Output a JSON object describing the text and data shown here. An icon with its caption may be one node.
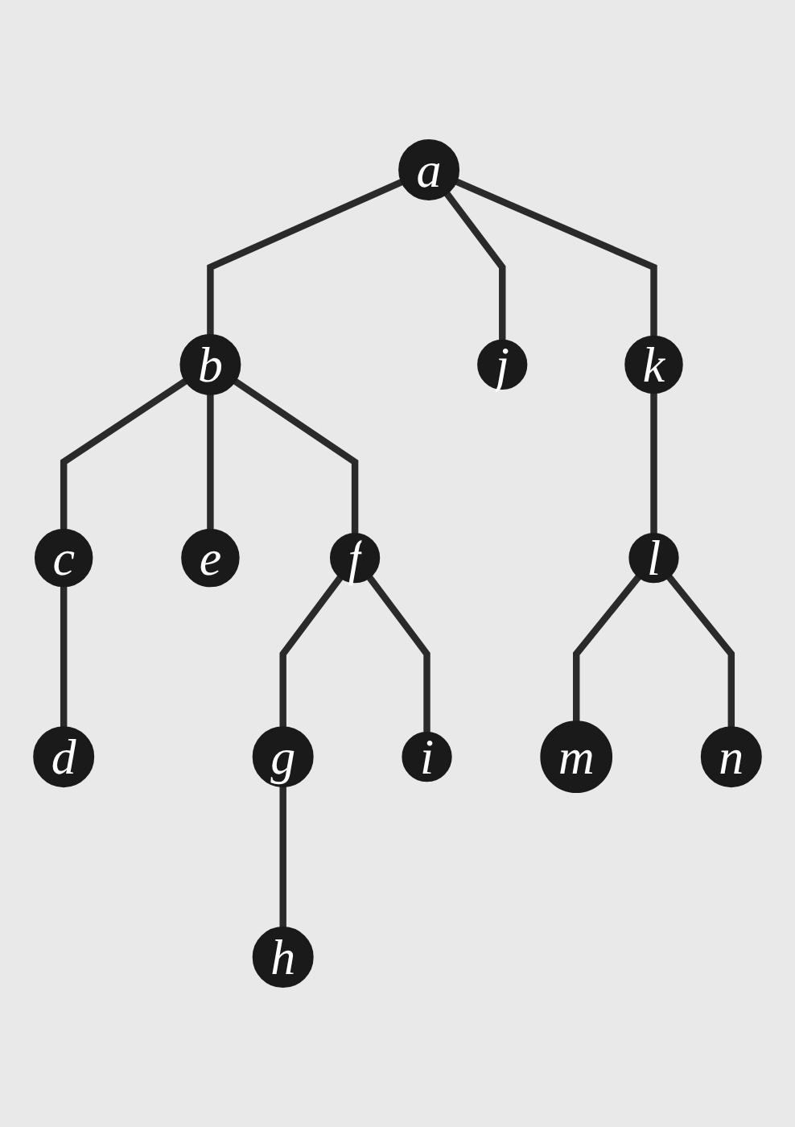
{
  "diagram": {
    "nodes": [
      {
        "text": [
          "a"
        ]
      },
      {
        "text": [
          "b"
        ]
      },
      {
        "text": [
          "j"
        ]
      },
      {
        "text": [
          "k"
        ]
      },
      {
        "text": [
          "c"
        ]
      },
      {
        "text": [
          "e"
        ]
      },
      {
        "text": [
          "f"
        ]
      },
      {
        "text": [
          "l"
        ]
      },
      {
        "text": [
          "d"
        ]
      },
      {
        "text": [
          "g"
        ]
      },
      {
        "text": [
          "i"
        ]
      },
      {
        "text": [
          "m"
        ]
      },
      {
        "text": [
          "n"
        ]
      },
      {
        "text": [
          "h"
        ]
      }
    ],
    "edges": [
      {
        "from": 0,
        "to": 1,
        "arrow": "none"
      },
      {
        "from": 0,
        "to": 2,
        "arrow": "none"
      },
      {
        "from": 0,
        "to": 3,
        "arrow": "none"
      },
      {
        "from": 1,
        "to": 4,
        "arrow": "none"
      },
      {
        "from": 1,
        "to": 5,
        "arrow": "none"
      },
      {
        "from": 1,
        "to": 6,
        "arrow": "none"
      },
      {
        "from": 4,
        "to": 8,
        "arrow": "none"
      },
      {
        "from": 6,
        "to": 9,
        "arrow": "none"
      },
      {
        "from": 6,
        "to": 10,
        "arrow": "none"
      },
      {
        "from": 9,
        "to": 13,
        "arrow": "none"
      },
      {
        "from": 3,
        "to": 7,
        "arrow": "none"
      },
      {
        "from": 7,
        "to": 11,
        "arrow": "none"
      },
      {
        "from": 7,
        "to": 12,
        "arrow": "none"
      }
    ]
  }
}
